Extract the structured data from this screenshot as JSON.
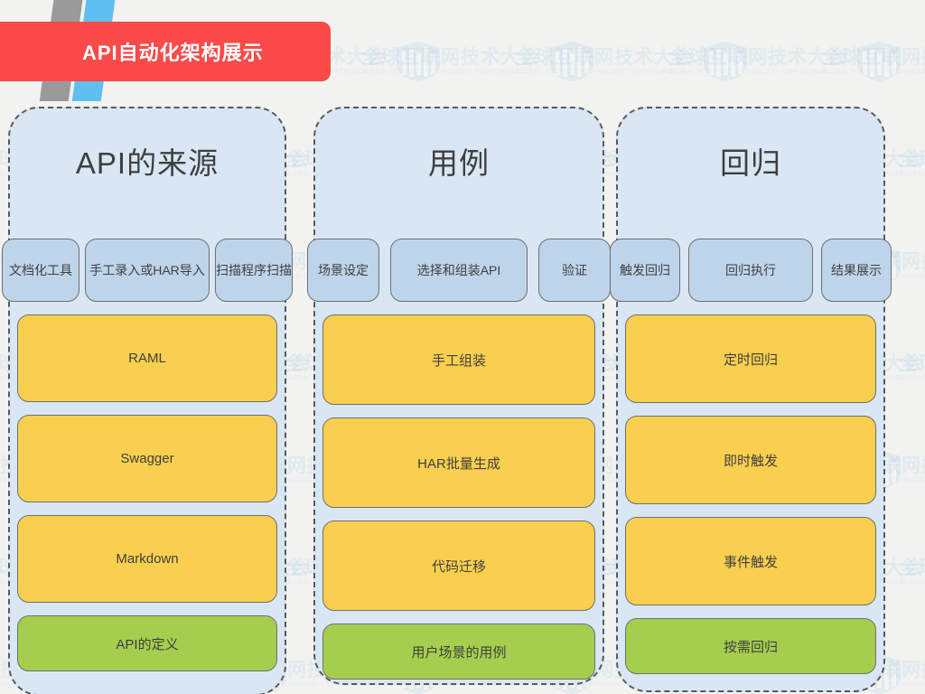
{
  "slide": {
    "title": "API自动化架构展示",
    "background_color": "#f2f2f0"
  },
  "decor": {
    "stripe_gray_color": "#9a9a9a",
    "stripe_blue_color": "#5fc0ef",
    "banner_color": "#fa4a4a"
  },
  "watermark": {
    "text_cn": "全球互联网技术大会",
    "text_en": "GLOBAL INTERNET TECHNOLOGY CONFERENCE",
    "logo_name": "gitc-shield-logo"
  },
  "colors": {
    "column_fill": "#d9e7f4",
    "stage_fill": "#bed4ea",
    "item_yellow": "#f9cf4f",
    "item_green": "#a6ce4e",
    "border": "#6f6f6f"
  },
  "columns": [
    {
      "header": "API的来源",
      "stages": [
        "文档化工具",
        "手工录入或HAR导入",
        "扫描程序扫描"
      ],
      "items": [
        {
          "label": "RAML",
          "color": "yellow"
        },
        {
          "label": "Swagger",
          "color": "yellow"
        },
        {
          "label": "Markdown",
          "color": "yellow"
        },
        {
          "label": "API的定义",
          "color": "green"
        }
      ]
    },
    {
      "header": "用例",
      "stages": [
        "场景设定",
        "选择和组装API",
        "验证"
      ],
      "items": [
        {
          "label": "手工组装",
          "color": "yellow"
        },
        {
          "label": "HAR批量生成",
          "color": "yellow"
        },
        {
          "label": "代码迁移",
          "color": "yellow"
        },
        {
          "label": "用户场景的用例",
          "color": "green"
        }
      ]
    },
    {
      "header": "回归",
      "stages": [
        "触发回归",
        "回归执行",
        "结果展示"
      ],
      "items": [
        {
          "label": "定时回归",
          "color": "yellow"
        },
        {
          "label": "即时触发",
          "color": "yellow"
        },
        {
          "label": "事件触发",
          "color": "yellow"
        },
        {
          "label": "按需回归",
          "color": "green"
        }
      ]
    }
  ]
}
